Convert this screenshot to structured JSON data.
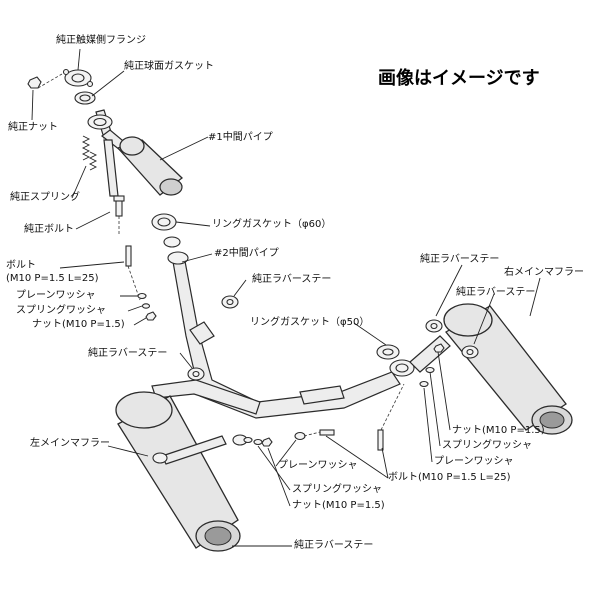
{
  "image_note": "画像はイメージです",
  "labels": {
    "oem_catalyst_flange": "純正触媒側フランジ",
    "oem_spherical_gasket": "純正球面ガスケット",
    "oem_nut": "純正ナット",
    "mid_pipe_1": "#1中間パイプ",
    "oem_spring": "純正スプリング",
    "oem_bolt": "純正ボルト",
    "ring_gasket_60": "リングガスケット（φ60）",
    "mid_pipe_2": "#2中間パイプ",
    "bolt_left": "ボルト",
    "bolt_left_spec": "(M10 P=1.5 L=25)",
    "plain_washer_left": "プレーンワッシャ",
    "spring_washer_left": "スプリングワッシャ",
    "nut_left": "ナット(M10 P=1.5)",
    "oem_rubber_stay_upper": "純正ラバーステー",
    "oem_rubber_stay_right_top": "純正ラバーステー",
    "right_main_muffler": "右メインマフラー",
    "oem_rubber_stay_right": "純正ラバーステー",
    "ring_gasket_50": "リングガスケット（φ50）",
    "oem_rubber_stay_mid_left": "純正ラバーステー",
    "left_main_muffler": "左メインマフラー",
    "nut_right": "ナット(M10 P=1.5)",
    "spring_washer_right": "スプリングワッシャ",
    "plain_washer_right": "プレーンワッシャ",
    "plain_washer_center": "プレーンワッシャ",
    "bolt_right": "ボルト(M10 P=1.5 L=25)",
    "spring_washer_center": "スプリングワッシャ",
    "nut_center": "ナット(M10 P=1.5)",
    "oem_rubber_stay_bottom": "純正ラバーステー"
  }
}
